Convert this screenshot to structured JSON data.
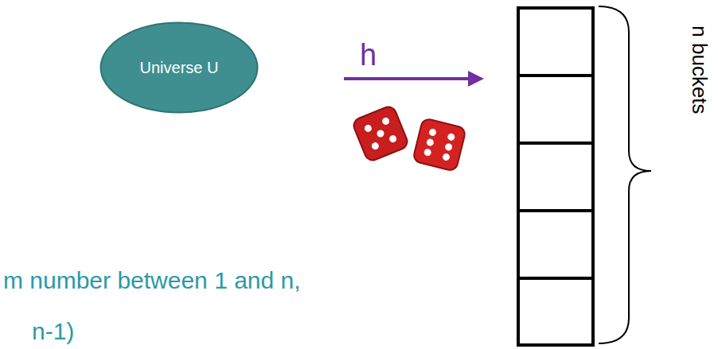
{
  "diagram": {
    "nodes": [
      {
        "text": [
          "Universe U"
        ]
      }
    ],
    "labels": [
      "h",
      "n buckets",
      "m number between 1 and n,",
      "n-1)"
    ]
  }
}
